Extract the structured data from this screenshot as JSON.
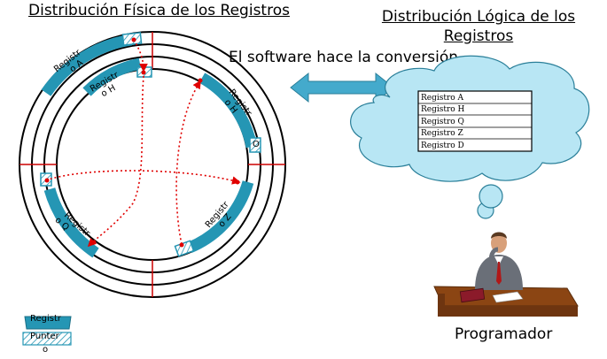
{
  "titles": {
    "physical": "Distribución Física de los Registros",
    "logical": "Distribución Lógica de los Registros"
  },
  "arrow_caption": "El software hace la conversión",
  "disk_segments": {
    "a": [
      "Registr",
      "o A"
    ],
    "h": [
      "Registr",
      "o H"
    ],
    "q": [
      "Registr",
      "o Q"
    ],
    "z": [
      "Registr",
      "o Z"
    ],
    "d_fragment": "O"
  },
  "logical_table": {
    "rows": [
      "Registro A",
      "Registro H",
      "Registro Q",
      "Registro Z",
      "Registro D"
    ]
  },
  "legend": {
    "record": "Registr",
    "pointer": [
      "Punter",
      "o"
    ]
  },
  "programmer": "Programador",
  "colors": {
    "segment_fill": "#2596b4",
    "cloud_fill": "#b8e6f4",
    "arrow_fill": "#44aacc",
    "pointer_line": "#e00000",
    "sector_line": "#cc0000",
    "desk": "#8b4513"
  }
}
